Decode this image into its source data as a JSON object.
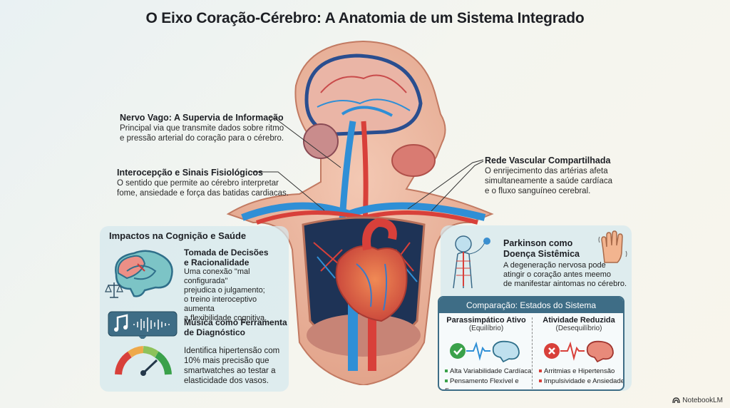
{
  "title": "O Eixo Coração-Cérebro: A Anatomia de um Sistema Integrado",
  "callouts": {
    "vagus": {
      "title": "Nervo Vago: A Supervia de Informação",
      "desc_line1": "Principal via que transmite dados sobre ritmo",
      "desc_line2": "e pressão arterial do coração para o cérebro."
    },
    "interoception": {
      "title": "Interocepção e Sinais Fisiológicos",
      "desc_line1": "O sentido que permite ao cérebro interpretar",
      "desc_line2": "fome, ansiedade e força das batidas cardiacas."
    },
    "vascular": {
      "title": "Rede Vascular Compartilhada",
      "desc_line1": "O enrijecimento das artérias afeta",
      "desc_line2": "simultaneamente a saúde cardíaca",
      "desc_line3": "e o fluxo sanguíneo cerebral."
    }
  },
  "impacts_panel": {
    "title": "Impactos na Cognição e Saúde",
    "decision": {
      "title_line1": "Tomada de Decisões",
      "title_line2": "e Racionalidade",
      "desc_line1": "Uma conexão \"mal configurada\"",
      "desc_line2": "prejudica o julgamento;",
      "desc_line3": "o treino interoceptivo aumenta",
      "desc_line4": "a flexibilidade cognitiva."
    },
    "music": {
      "title_line1": "Música como Ferramenta",
      "title_line2": "de Diagnóstico",
      "desc_line1": "Identifica hipertensão com",
      "desc_line2": "10% mais precisão que",
      "desc_line3": "smartwatches ao testar a",
      "desc_line4": "elasticidade dos vasos."
    }
  },
  "parkinson": {
    "title_line1": "Parkinson como",
    "title_line2": "Doença Sistêmica",
    "desc_line1": "A degeneração nervosa pode",
    "desc_line2": "atingir o coração antes meemo",
    "desc_line3": "de manifestar aintomas no cérebro."
  },
  "comparison": {
    "title": "Comparação: Estados do Sistema",
    "left": {
      "heading": "Parassimpático Ativo",
      "subheading": "(Equilíbrio)",
      "status_icon": "check-icon",
      "items": [
        "Alta Variabilidade Cardíaca",
        "Pensamento Flexível e Foco"
      ]
    },
    "right": {
      "heading": "Atividade Reduzida",
      "subheading": "(Desequilíbrio)",
      "status_icon": "x-icon",
      "items": [
        "Arritmias e Hipertensão",
        "Impulsividade e Ansiedade"
      ]
    }
  },
  "colors": {
    "accent_teal": "#3e6d86",
    "good_green": "#3aa14a",
    "bad_red": "#d8403a",
    "artery_red": "#d8403a",
    "vein_blue": "#2f8fd6"
  },
  "brand": "NotebookLM"
}
